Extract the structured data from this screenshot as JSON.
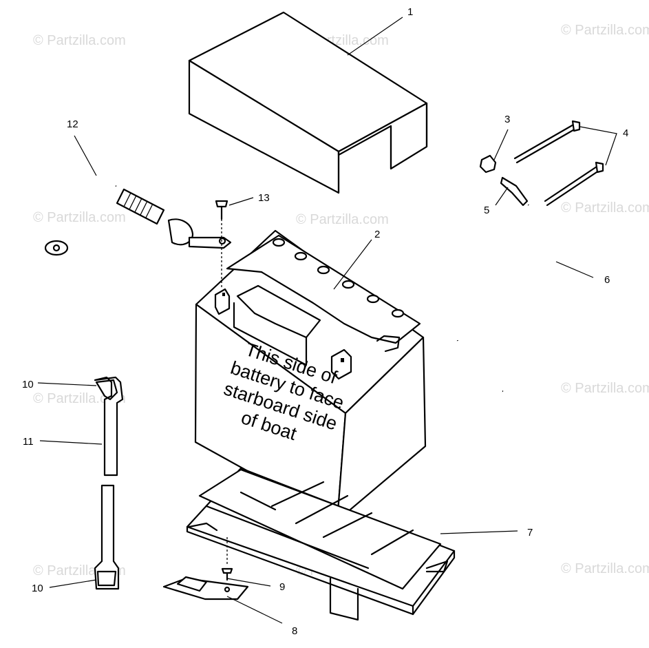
{
  "watermark": "© Partzilla.com",
  "callouts": {
    "c1": "1",
    "c2": "2",
    "c3": "3",
    "c4": "4",
    "c5": "5",
    "c6": "6",
    "c7": "7",
    "c8": "8",
    "c9": "9",
    "c10a": "10",
    "c10b": "10",
    "c11": "11",
    "c12": "12",
    "c13": "13"
  },
  "battery_label": {
    "line1": "This side of",
    "line2": "battery to face",
    "line3": "starboard side",
    "line4": "of boat"
  }
}
